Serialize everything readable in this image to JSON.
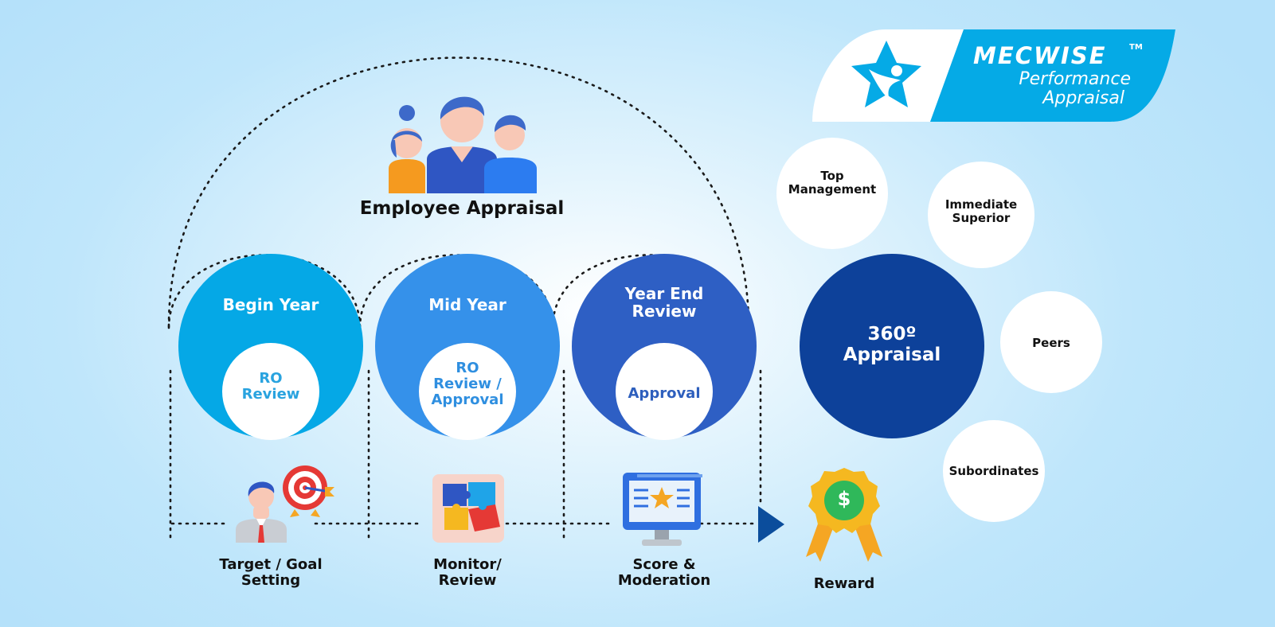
{
  "brand": {
    "name": "MECWISE",
    "tm": "TM",
    "product_line1": "Performance",
    "product_line2": "Appraisal",
    "logo_icon": "star-person-icon"
  },
  "employee_appraisal": {
    "title": "Employee Appraisal",
    "icon": "employees-group-icon"
  },
  "stages": [
    {
      "title": "Begin Year",
      "inner": "RO\nReview",
      "color": "#05a8e6"
    },
    {
      "title": "Mid Year",
      "inner": "RO\nReview /\nApproval",
      "color": "#3591ea"
    },
    {
      "title": "Year End\nReview",
      "inner": "Approval",
      "color": "#2e5fc4"
    }
  ],
  "steps": [
    {
      "label": "Target / Goal\nSetting",
      "icon": "target-goal-icon"
    },
    {
      "label": "Monitor/\nReview",
      "icon": "puzzle-icon"
    },
    {
      "label": "Score &\nModeration",
      "icon": "monitor-score-icon"
    },
    {
      "label": "Reward",
      "icon": "reward-medal-icon"
    }
  ],
  "appraisal_360": {
    "title": "360º\nAppraisal",
    "color": "#0d419a"
  },
  "raters": [
    {
      "label": "Top\nManagement"
    },
    {
      "label": "Immediate\nSuperior"
    },
    {
      "label": "Peers"
    },
    {
      "label": "Subordinates"
    }
  ],
  "colors": {
    "brand_blue": "#05aae6",
    "flow_arrow": "#0b4d9c",
    "navy": "#0d419a"
  }
}
